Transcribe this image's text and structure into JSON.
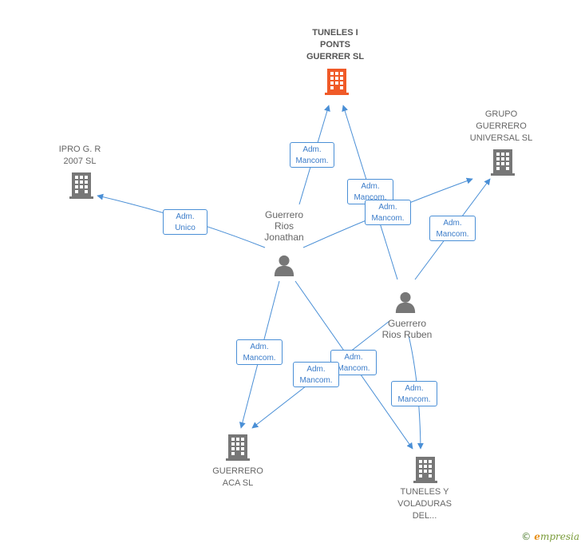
{
  "colors": {
    "edge": "#4a8fd6",
    "building": "#777777",
    "focus_building": "#f05a28",
    "person": "#777777"
  },
  "nodes": {
    "tuneles_ponts": {
      "label": "TUNELES I\nPONTS\nGUERRER SL",
      "icon": "building-icon",
      "focus": true
    },
    "ipro": {
      "label": "IPRO G.  R\n2007 SL",
      "icon": "building-icon"
    },
    "grupo_guerrero": {
      "label": "GRUPO\nGUERRERO\nUNIVERSAL SL",
      "icon": "building-icon"
    },
    "guerrero_aca": {
      "label": "GUERRERO\nACA SL",
      "icon": "building-icon"
    },
    "tuneles_voladuras": {
      "label": "TUNELES Y\nVOLADURAS\nDEL...",
      "icon": "building-icon"
    },
    "jonathan": {
      "label": "Guerrero\nRios\nJonathan",
      "icon": "person-icon"
    },
    "ruben": {
      "label": "Guerrero\nRios Ruben",
      "icon": "person-icon"
    }
  },
  "edges": [
    {
      "id": "e1",
      "from": "jonathan",
      "to": "tuneles_ponts",
      "label": "Adm.\nMancom."
    },
    {
      "id": "e2",
      "from": "jonathan",
      "to": "ipro",
      "label": "Adm.\nUnico"
    },
    {
      "id": "e3",
      "from": "ruben",
      "to": "tuneles_ponts",
      "label": "Adm.\nMancom."
    },
    {
      "id": "e4",
      "from": "jonathan",
      "to": "grupo_guerrero",
      "label": "Adm.\nMancom."
    },
    {
      "id": "e5",
      "from": "ruben",
      "to": "grupo_guerrero",
      "label": "Adm.\nMancom."
    },
    {
      "id": "e6",
      "from": "jonathan",
      "to": "guerrero_aca",
      "label": "Adm.\nMancom."
    },
    {
      "id": "e7",
      "from": "jonathan",
      "to": "tuneles_voladuras",
      "label": "Adm.\nMancom."
    },
    {
      "id": "e8",
      "from": "ruben",
      "to": "guerrero_aca",
      "label": "Adm.\nMancom."
    },
    {
      "id": "e9",
      "from": "ruben",
      "to": "tuneles_voladuras",
      "label": "Adm.\nMancom."
    }
  ],
  "watermark": {
    "symbol": "©",
    "brand_initial": "e",
    "brand_rest": "mpresia"
  }
}
